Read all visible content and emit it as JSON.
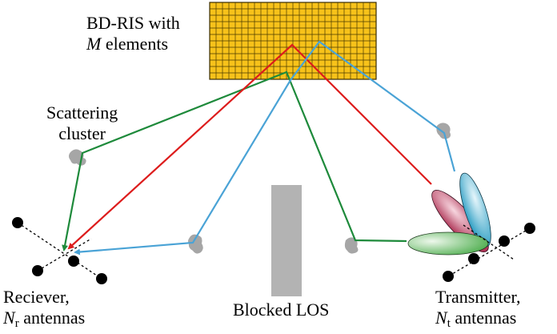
{
  "ris": {
    "label_line1": "BD-RIS with",
    "label_var": "M",
    "label_rest": " elements",
    "fill": "#F7C21A",
    "grid_color": "#4a3a00"
  },
  "scatter": {
    "label_line1": "Scattering",
    "label_line2": "cluster"
  },
  "obstacle": {
    "label": "Blocked LOS",
    "fill": "#b3b3b3"
  },
  "receiver": {
    "label_line1": "Reciever,",
    "var": "N",
    "sub": "r",
    "label_rest": " antennas"
  },
  "transmitter": {
    "label_line1": "Transmitter,",
    "var": "N",
    "sub": "t",
    "label_rest": " antennas"
  },
  "colors": {
    "red": "#dd1c1c",
    "blue": "#4aa3d6",
    "green": "#1e8a3b",
    "lobe_red": "#a8264a",
    "lobe_blue": "#2f9fc4",
    "lobe_green": "#4fae4f",
    "cluster": "#a6a6a6"
  }
}
